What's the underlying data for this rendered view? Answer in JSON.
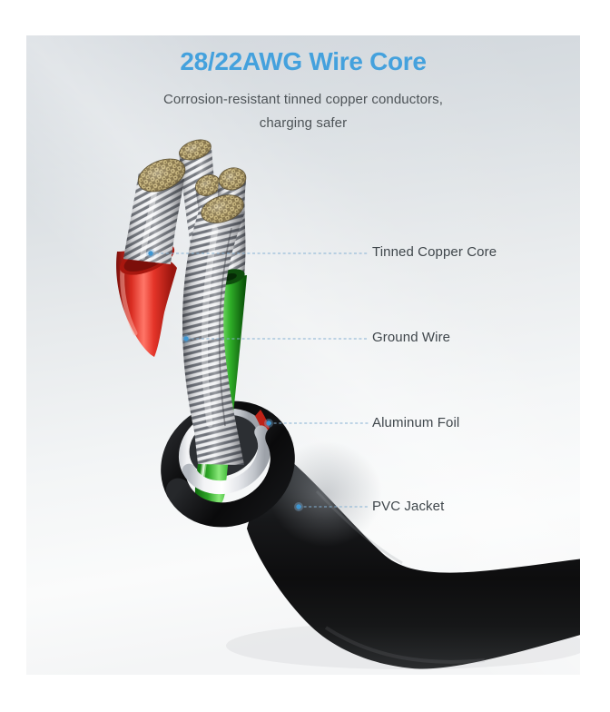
{
  "hero": {
    "title": "28/22AWG Wire Core",
    "subtitle_line1": "Corrosion-resistant tinned copper conductors,",
    "subtitle_line2": "charging safer"
  },
  "callouts": [
    {
      "label": "Tinned Copper Core",
      "points_to": "stranded-tinned-copper-wire"
    },
    {
      "label": "Ground Wire",
      "points_to": "braided-ground-wire-bundle"
    },
    {
      "label": "Aluminum Foil",
      "points_to": "aluminum-foil-wrap"
    },
    {
      "label": "PVC Jacket",
      "points_to": "pvc-jacket-tube"
    }
  ],
  "colors": {
    "title_blue": "#44a1dd",
    "subtitle_gray": "#4d5357",
    "label_gray": "#3f464b",
    "leader_line_blue": "#85b1d3",
    "callout_dot_blue": "#3e97d4",
    "wire_red": "#e03428",
    "wire_green": "#35b32e",
    "copper_strand_tan": "#cdbb82",
    "foil_white": "#f2f3f5",
    "jacket_black": "#141516",
    "background_top": "#ced4da",
    "background_bottom": "#f6f7f8"
  }
}
